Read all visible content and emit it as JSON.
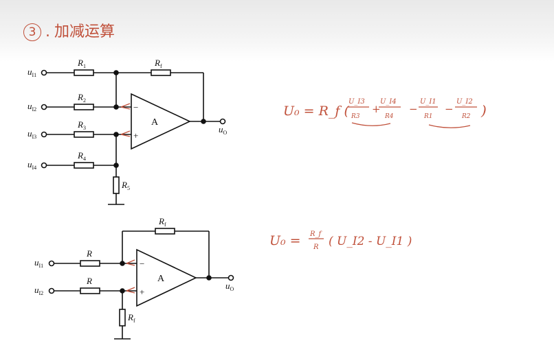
{
  "title": {
    "number": "3",
    "text": "加减运算"
  },
  "circuit1": {
    "inputs": [
      "u",
      "u",
      "u",
      "u"
    ],
    "input_subs": [
      "I1",
      "I2",
      "I3",
      "I4"
    ],
    "resistors": [
      {
        "main": "R",
        "sub": "1"
      },
      {
        "main": "R",
        "sub": "2"
      },
      {
        "main": "R",
        "sub": "3"
      },
      {
        "main": "R",
        "sub": "4"
      },
      {
        "main": "R",
        "sub": "5"
      },
      {
        "main": "R",
        "sub": "f"
      }
    ],
    "amp_label": "A",
    "minus": "−",
    "plus": "+",
    "output": {
      "main": "u",
      "sub": "O"
    }
  },
  "circuit2": {
    "inputs": [
      "u",
      "u"
    ],
    "input_subs": [
      "I1",
      "I2"
    ],
    "resistors": [
      {
        "main": "R",
        "sub": ""
      },
      {
        "main": "R",
        "sub": ""
      },
      {
        "main": "R",
        "sub": "f"
      },
      {
        "main": "R",
        "sub": "f"
      }
    ],
    "amp_label": "A",
    "minus": "−",
    "plus": "+",
    "output": {
      "main": "u",
      "sub": "O"
    }
  },
  "formula1": {
    "lhs": "U₀ = R_f (",
    "terms": [
      {
        "num": "U_I3",
        "den": "R3",
        "sign": "+"
      },
      {
        "num": "U_I4",
        "den": "R4",
        "sign": "−"
      },
      {
        "num": "U_I1",
        "den": "R1",
        "sign": "−"
      },
      {
        "num": "U_I2",
        "den": "R2",
        "sign": ""
      }
    ],
    "close": ")"
  },
  "formula2": {
    "lhs": "U₀ =",
    "num": "R_f",
    "den": "R",
    "rhs": "( U_I2 - U_I1 )"
  },
  "colors": {
    "ink": "#111111",
    "annotation": "#c0503a"
  }
}
